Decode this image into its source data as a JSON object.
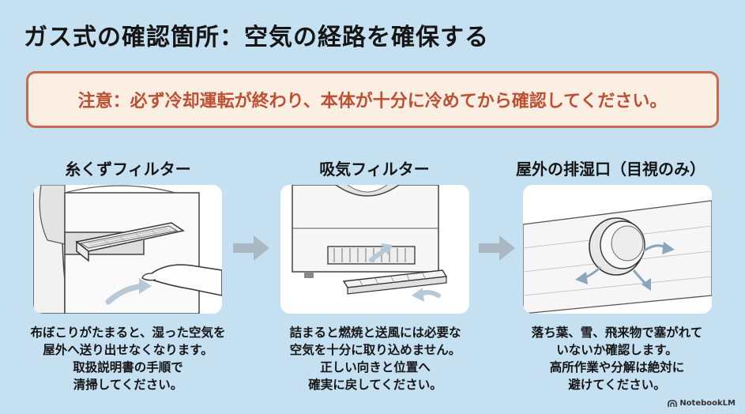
{
  "title": "ガス式の確認箇所：空気の経路を確保する",
  "notice": "注意：必ず冷却運転が終わり、本体が十分に冷めてから確認してください。",
  "columns": [
    {
      "heading": "糸くずフィルター",
      "caption": [
        "布ぼこりがたまると、湿った空気を",
        "屋外へ送り出せなくなります。",
        "取扱説明書の手順で",
        "清掃してください。"
      ]
    },
    {
      "heading": "吸気フィルター",
      "caption": [
        "詰まると燃焼と送風には必要な",
        "空気を十分に取り込めません。",
        "正しい向きと位置へ",
        "確実に戻してください。"
      ]
    },
    {
      "heading": "屋外の排湿口（目視のみ）",
      "caption": [
        "落ち葉、雪、飛来物で塞がれて",
        "いないか確認します。",
        "高所作業や分解は絶対に",
        "避けてください。"
      ]
    }
  ],
  "brand": "NotebookLM",
  "icons": [
    "lint-filter-illustration",
    "intake-filter-illustration",
    "exhaust-vent-illustration",
    "arrow-right-icon",
    "notebooklm-logo-icon"
  ],
  "colors": {
    "background": "#c5e0f1",
    "notice_border": "#c96a4e",
    "notice_fill": "#fbeee3",
    "notice_text": "#bf4f32",
    "card": "#ffffff",
    "flow_arrow": "#aab8c4"
  }
}
